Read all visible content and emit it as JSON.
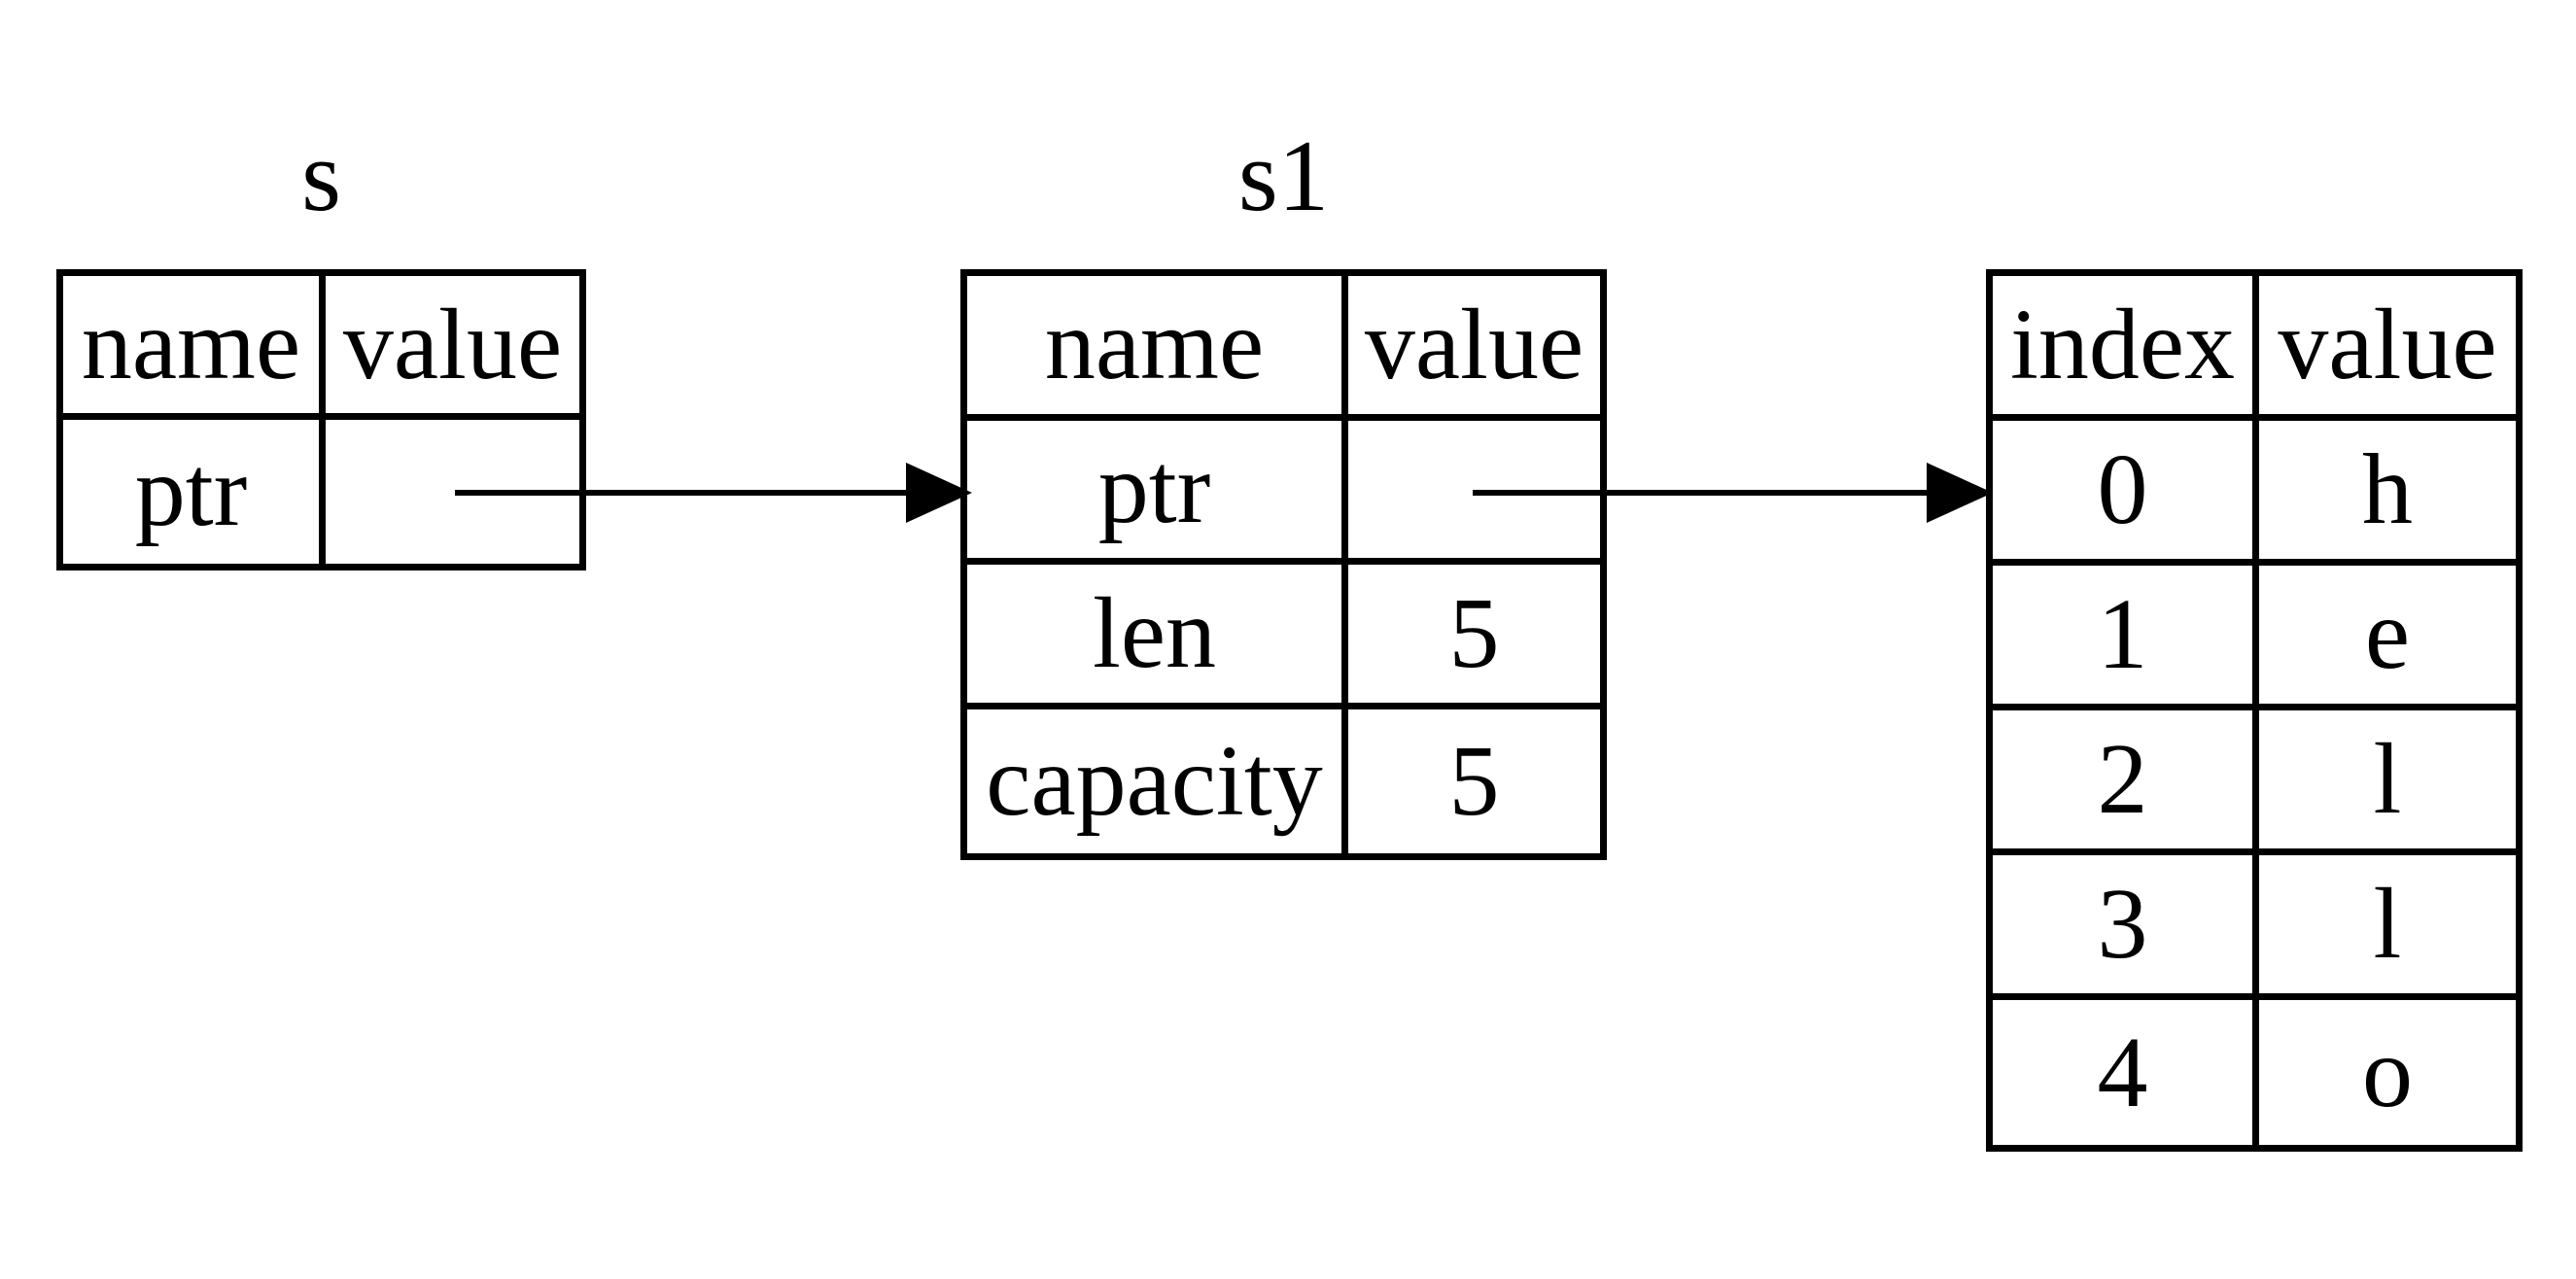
{
  "colors": {
    "ink": "#000000",
    "background": "#ffffff"
  },
  "tables": {
    "s": {
      "label": "s",
      "columns": [
        "name",
        "value"
      ],
      "rows": [
        [
          "ptr",
          ""
        ]
      ]
    },
    "s1": {
      "label": "s1",
      "columns": [
        "name",
        "value"
      ],
      "rows": [
        [
          "ptr",
          ""
        ],
        [
          "len",
          "5"
        ],
        [
          "capacity",
          "5"
        ]
      ]
    },
    "buffer": {
      "columns": [
        "index",
        "value"
      ],
      "rows": [
        [
          "0",
          "h"
        ],
        [
          "1",
          "e"
        ],
        [
          "2",
          "l"
        ],
        [
          "3",
          "l"
        ],
        [
          "4",
          "o"
        ]
      ]
    }
  },
  "arrows": [
    {
      "from": "s.ptr",
      "to": "s1"
    },
    {
      "from": "s1.ptr",
      "to": "buffer row 0"
    }
  ]
}
